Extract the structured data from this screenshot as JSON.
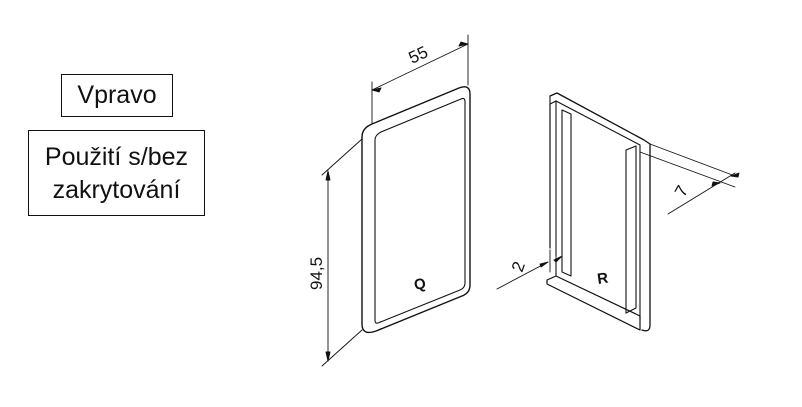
{
  "labels": {
    "side": "Vpravo",
    "usage_line1": "Použití s/bez",
    "usage_line2": "zakrytování"
  },
  "dimensions": {
    "width": "55",
    "height": "94,5",
    "depth": "7",
    "thickness": "2"
  },
  "part_marks": {
    "front": "Q",
    "back": "R"
  }
}
